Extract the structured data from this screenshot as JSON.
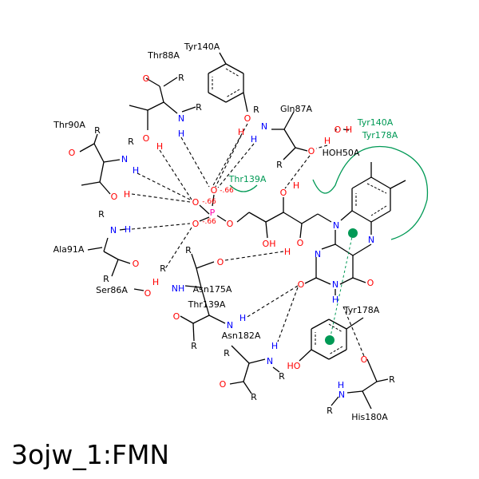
{
  "title": "3ojw_1:FMN",
  "colors": {
    "oxygen": "#ff0000",
    "nitrogen": "#0000ff",
    "phosphorus": "#ff00aa",
    "hydrophobic": "#009955",
    "carbon": "#000000"
  },
  "residues": [
    "Tyr140A",
    "Thr88A",
    "Gln87A",
    "Thr90A",
    "HOH50A",
    "Ala91A",
    "Ser86A",
    "Asn175A",
    "Thr139A",
    "Tyr178A",
    "Asn182A",
    "His180A"
  ],
  "hydrophobic_contacts": [
    "Tyr140A",
    "Tyr178A",
    "Thr139A"
  ],
  "charges": [
    "-.66",
    "-.66",
    "-.66"
  ],
  "atoms": [
    "O",
    "R",
    "R",
    "N",
    "H",
    "O",
    "H",
    "O",
    "H",
    "R",
    "N",
    "H",
    "O",
    "R",
    "O",
    "H",
    "H",
    "R",
    "O",
    "R",
    "N",
    "H",
    "O",
    "H",
    "P",
    "O",
    "O",
    "O",
    "O",
    "O",
    "H",
    "OH",
    "O",
    "H",
    "R",
    "N",
    "H",
    "O",
    "R",
    "R",
    "O",
    "R",
    "H",
    "O",
    "NH",
    "O",
    "R",
    "N",
    "H",
    "R",
    "H",
    "N",
    "R",
    "O",
    "R",
    "N",
    "N",
    "N",
    "O",
    "N",
    "O",
    "H",
    "HO",
    "O",
    "R",
    "H",
    "N",
    "R"
  ]
}
